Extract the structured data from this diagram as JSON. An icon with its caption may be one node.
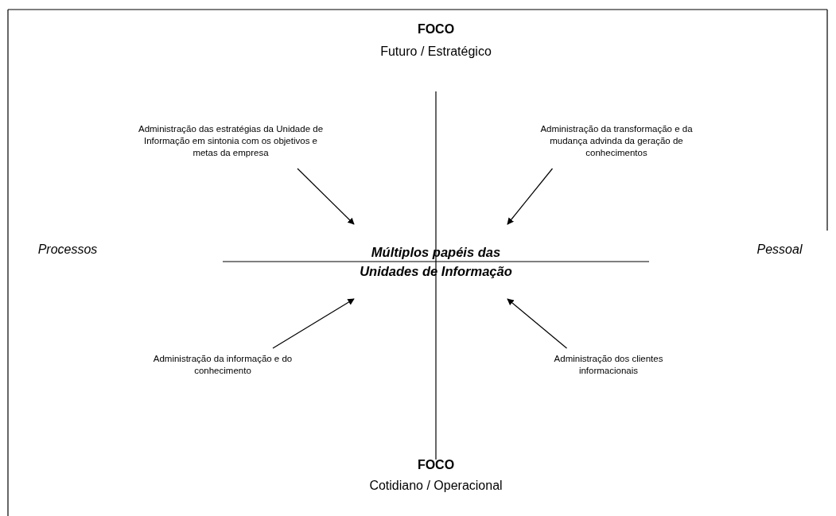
{
  "diagram": {
    "nodes": [
      {
        "text": [
          "Múltiplos papéis das Unidades de Informação"
        ]
      },
      {
        "text": [
          "Administração das estratégias da Unidade de Informação em sintonia com os objetivos e metas da empresa"
        ]
      },
      {
        "text": [
          "Administração da transformação e da mudança advinda da geração de conhecimentos"
        ]
      },
      {
        "text": [
          "Administração da informação e do conhecimento"
        ]
      },
      {
        "text": [
          "Administração dos clientes informacionais"
        ]
      }
    ],
    "edges": [
      {
        "from": 1,
        "to": 0,
        "arrow": "to"
      },
      {
        "from": 2,
        "to": 0,
        "arrow": "to"
      },
      {
        "from": 3,
        "to": 0,
        "arrow": "to"
      },
      {
        "from": 4,
        "to": 0,
        "arrow": "to"
      }
    ],
    "labels": [
      "FOCO",
      "Futuro / Estratégico",
      "Processos",
      "Pessoal",
      "FOCO",
      "Cotidiano / Operacional"
    ]
  }
}
